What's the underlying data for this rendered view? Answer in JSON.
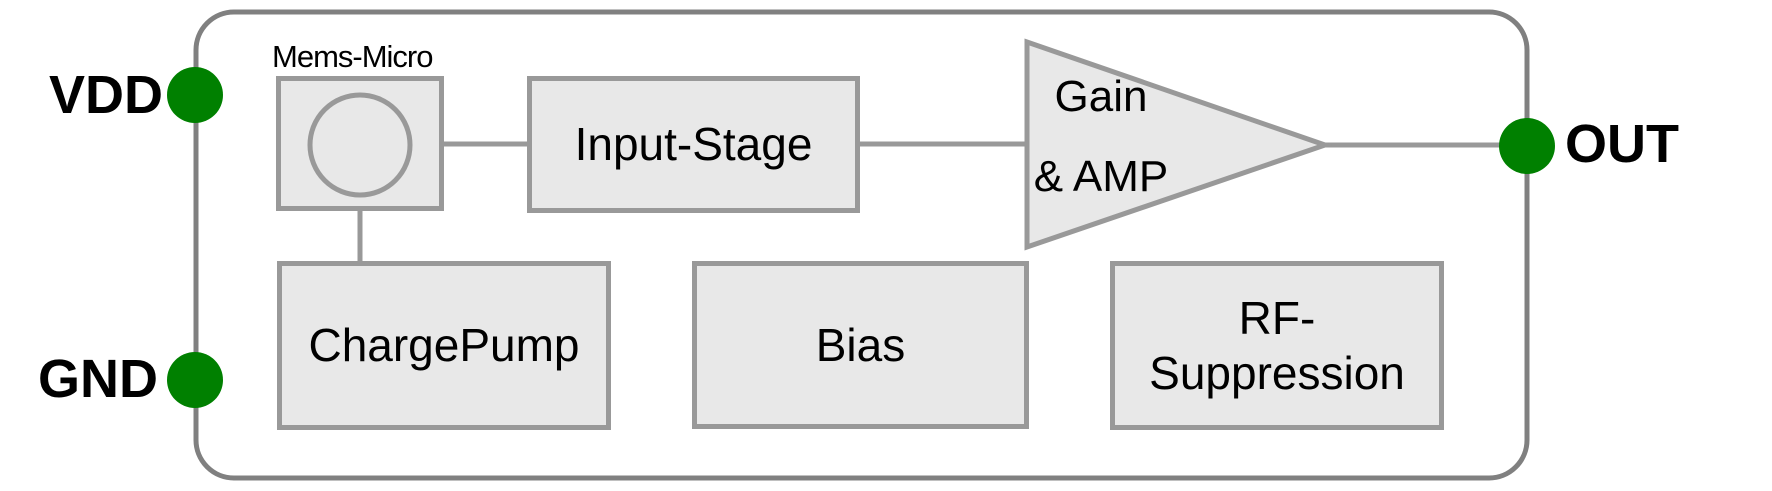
{
  "diagram": {
    "type": "block-diagram"
  },
  "colors": {
    "pin": "#008000",
    "outline": "#808080",
    "block-border": "#999999",
    "block-fill": "#e8e8e8",
    "text": "#000000",
    "bg": "#ffffff"
  },
  "pins": {
    "vdd": {
      "label": "VDD"
    },
    "gnd": {
      "label": "GND"
    },
    "out": {
      "label": "OUT"
    }
  },
  "blocks": {
    "mems_micro": {
      "label": "Mems-Micro"
    },
    "input_stage": {
      "label": "Input-Stage"
    },
    "amplifier": {
      "line1": "Gain",
      "line2": "& AMP"
    },
    "charge_pump": {
      "label": "ChargePump"
    },
    "bias": {
      "label": "Bias"
    },
    "rf_suppression": {
      "line1": "RF-",
      "line2": "Suppression"
    }
  },
  "connections": [
    {
      "from": "mems_micro",
      "to": "input_stage"
    },
    {
      "from": "input_stage",
      "to": "amplifier"
    },
    {
      "from": "amplifier",
      "to": "out_pin"
    },
    {
      "from": "mems_micro",
      "to": "charge_pump"
    },
    {
      "from": "vdd_pin",
      "to": "package-outline"
    },
    {
      "from": "gnd_pin",
      "to": "package-outline"
    }
  ]
}
